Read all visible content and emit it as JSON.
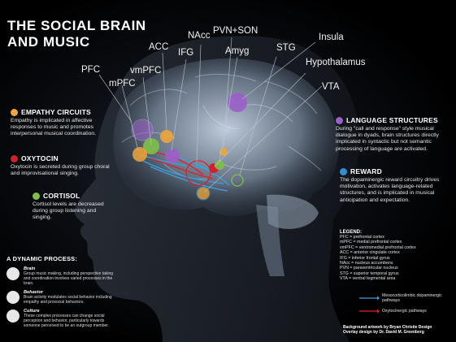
{
  "title": {
    "line1": "THE SOCIAL BRAIN",
    "line2": "AND MUSIC"
  },
  "labels": [
    "PFC",
    "mPFC",
    "vmPFC",
    "ACC",
    "IFG",
    "NAcc",
    "PVN+SON",
    "Amyg",
    "STG",
    "Insula",
    "Hypothalamus",
    "VTA"
  ],
  "sections": {
    "empathy": {
      "color": "#f0a63a",
      "heading": "EMPATHY CIRCUITS",
      "body": "Empathy is implicated in affective responses to music and promotes interpersonal musical coordination."
    },
    "oxytocin": {
      "color": "#d0202a",
      "heading": "OXYTOCIN",
      "body": "Oxytocin is secreted during group choral and improvisational singing."
    },
    "cortisol": {
      "color": "#7fbf4a",
      "heading": "CORTISOL",
      "body": "Cortisol levels are decreased during group listening and singing."
    },
    "language": {
      "color": "#9b5fc9",
      "heading": "LANGUAGE STRUCTURES",
      "body": "During \"call and response\" style musical dialogue in dyads, brain structures directly implicated in syntactic but not semantic processing of language are activated."
    },
    "reward": {
      "color": "#2e8fd1",
      "heading": "REWARD",
      "body": "The dopaminergic reward circuitry drives motivation, activates language-related structures, and is implicated in musical anticipation and expectation."
    }
  },
  "dynamic": {
    "heading": "A DYNAMIC PROCESS:",
    "items": [
      {
        "icon": "brain-icon",
        "title": "Brain",
        "body": "Group music making, including perspective taking and coordination involves varied processes in the brain."
      },
      {
        "icon": "people-icon",
        "title": "Behavior",
        "body": "Brain activity modulates social behavior including empathy and prosocial behaviors."
      },
      {
        "icon": "globe-icon",
        "title": "Culture",
        "body": "These complex processes can change social perception and behavior, particularly towards someone perceived to be an outgroup member."
      }
    ]
  },
  "legend": {
    "heading": "LEGEND:",
    "rows": [
      "PFC = prefrontal cortex",
      "mPFC = medial prefrontal cortex",
      "vmPFC = ventromedial prefrontal cortex",
      "ACC = anterior cingulate cortex",
      "IFG = inferior frontal gyrus",
      "NAcc = nucleus accumbens",
      "PVN = paraventricular nucleus",
      "STG = superior temporal gyrus",
      "VTA = ventral tegmental area"
    ],
    "pathways": [
      {
        "label": "Mesocorticolimbic dopaminergic pathways",
        "color": "#3aa0e0"
      },
      {
        "label": "Oxytocinergic pathways",
        "color": "#e0202a"
      }
    ]
  },
  "credit": {
    "line1": "Background artwork by Bryan Christie Design",
    "line2": "Overlay design by Dr. David M. Greenberg"
  }
}
